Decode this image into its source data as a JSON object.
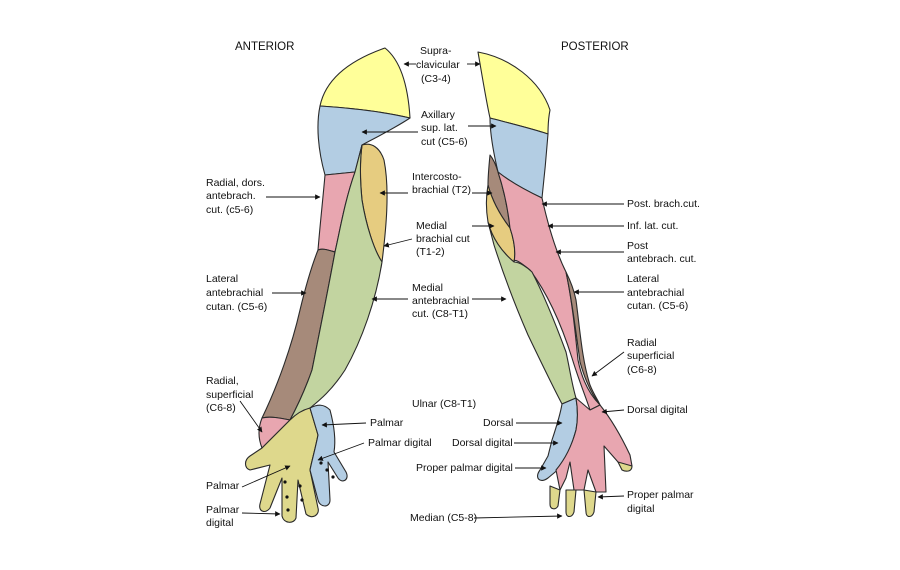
{
  "headers": {
    "anterior": "ANTERIOR",
    "posterior": "POSTERIOR"
  },
  "colors": {
    "supraclavicular": "#ffff99",
    "axillary": "#b3cde3",
    "intercostobrachial": "#e6cc80",
    "brown": "#a68a7a",
    "green": "#c2d4a0",
    "pink": "#e8a6b0",
    "ulnar": "#b3cde3",
    "median": "#ded88c"
  },
  "center_labels": {
    "supraclavicular": [
      "Supra-",
      "clavicular",
      "(C3-4)"
    ],
    "axillary": [
      "Axillary",
      "sup. lat.",
      "cut (C5-6)"
    ],
    "intercostobrachial": [
      "Intercosto-",
      "brachial (T2)"
    ],
    "medial_brachial": [
      "Medial",
      "brachial cut",
      "(T1-2)"
    ],
    "medial_antebrachial": [
      "Medial",
      "antebrachial",
      "cut. (C8-T1)"
    ],
    "ulnar": [
      "Ulnar (C8-T1)"
    ],
    "palmar": [
      "Palmar"
    ],
    "palmar_digital": [
      "Palmar digital"
    ],
    "dorsal": [
      "Dorsal"
    ],
    "dorsal_digital": [
      "Dorsal digital"
    ],
    "proper_palmar_digital": [
      "Proper palmar digital"
    ],
    "median": [
      "Median (C5-8)"
    ]
  },
  "left_labels": {
    "radial_dors": [
      "Radial, dors.",
      "antebrach.",
      "cut. (c5-6)"
    ],
    "lateral_antebrachial": [
      "Lateral",
      "antebrachial",
      "cutan. (C5-6)"
    ],
    "radial_superficial": [
      "Radial,",
      "superficial",
      "(C6-8)"
    ],
    "palmar": [
      "Palmar"
    ],
    "palmar_digital": [
      "Palmar",
      "digital"
    ]
  },
  "right_labels": {
    "post_brach": [
      "Post. brach.cut."
    ],
    "inf_lat": [
      "Inf. lat. cut."
    ],
    "post_antebrach": [
      "Post",
      "antebrach. cut."
    ],
    "lateral_antebrachial": [
      "Lateral",
      "antebrachial",
      "cutan. (C5-6)"
    ],
    "radial_superficial": [
      "Radial",
      "superficial",
      "(C6-8)"
    ],
    "dorsal_digital": [
      "Dorsal digital"
    ],
    "proper_palmar_digital": [
      "Proper palmar",
      "digital"
    ]
  }
}
